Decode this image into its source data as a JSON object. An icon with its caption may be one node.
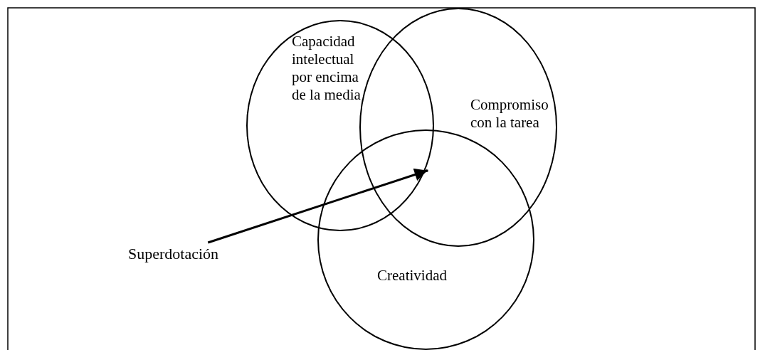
{
  "diagram": {
    "nodes": [
      {
        "text": [
          "Capacidad intelectual por encima de la media"
        ]
      },
      {
        "text": [
          "Compromiso con la tarea"
        ]
      },
      {
        "text": [
          "Creatividad"
        ]
      },
      {
        "text": [
          "Superdotación"
        ]
      },
      {
        "text": [],
        "shape": "region"
      }
    ],
    "edges": [
      {
        "from": 3,
        "to": 4,
        "arrow": "to"
      }
    ]
  }
}
